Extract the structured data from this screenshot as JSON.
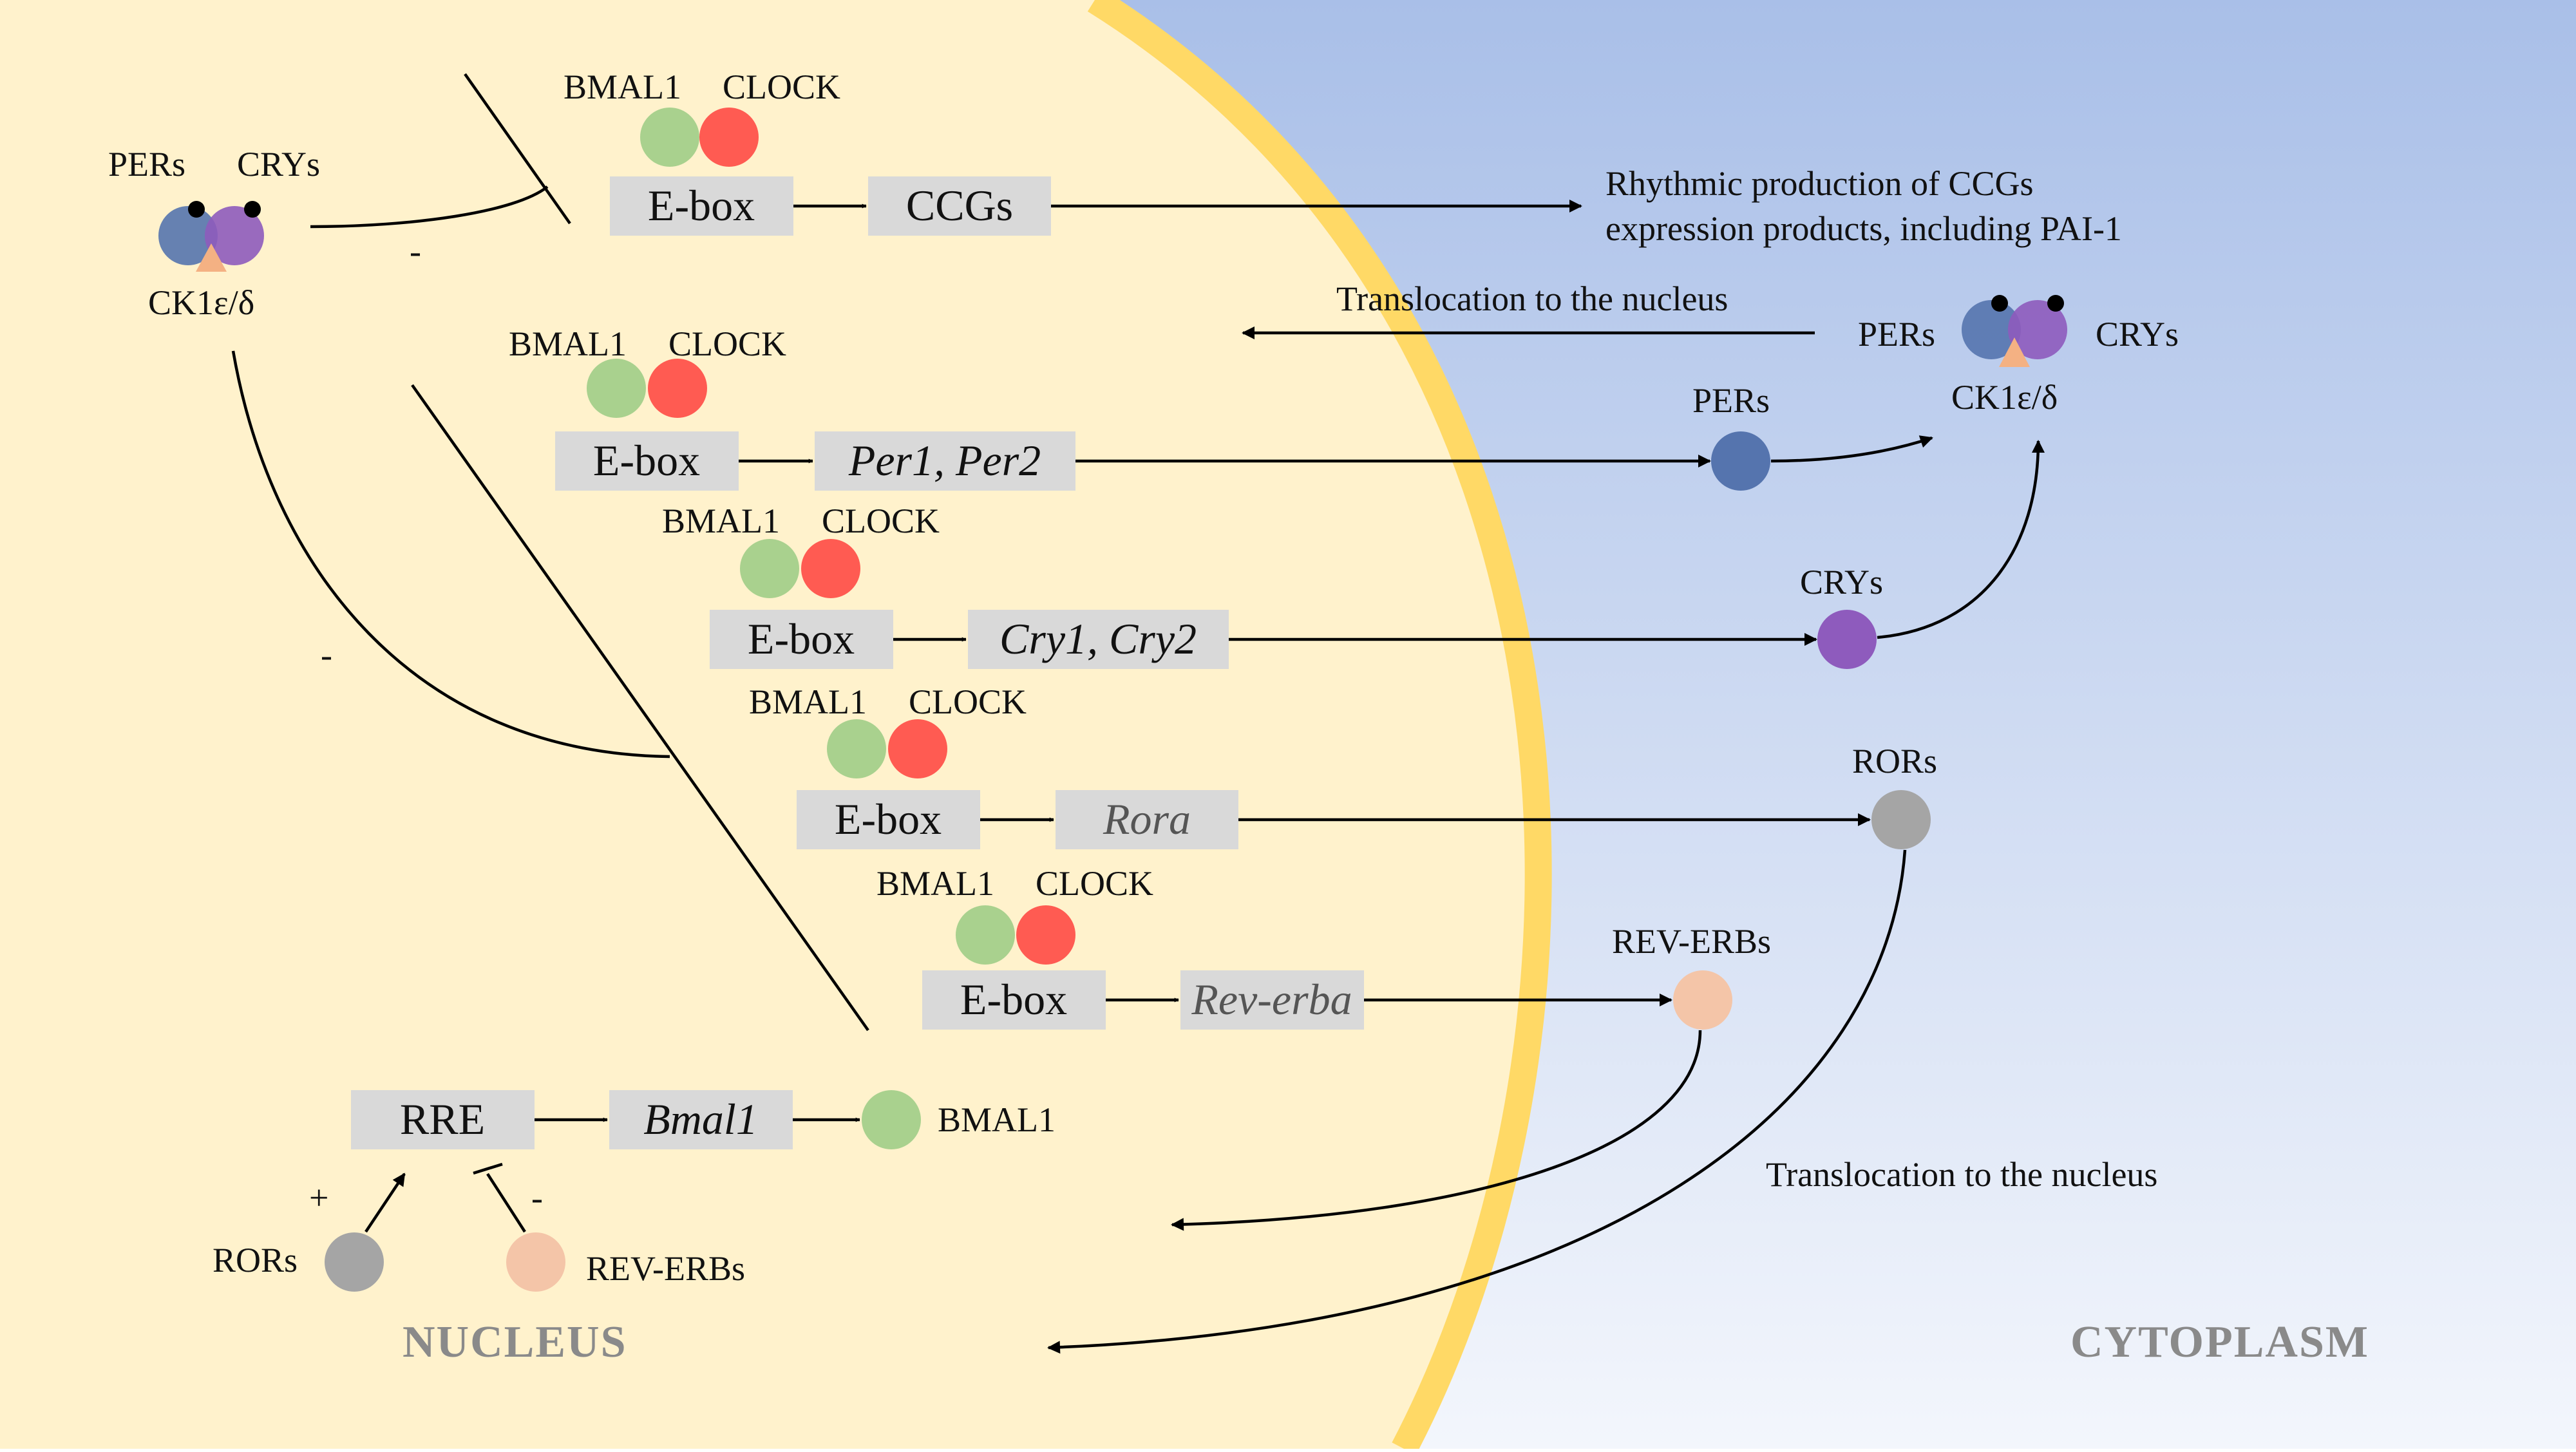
{
  "labels": {
    "bmal1": "BMAL1",
    "clock": "CLOCK",
    "pers": "PERs",
    "crys": "CRYs",
    "ck1": "CK1ε/δ",
    "rors": "RORs",
    "reverbs": "REV-ERBs",
    "minus": "-",
    "plus": "+"
  },
  "boxes": {
    "ebox": "E-box",
    "ccgs": "CCGs",
    "per": "Per1, Per2",
    "cry": "Cry1, Cry2",
    "rora": "Rora",
    "reverba": "Rev-erba",
    "rre": "RRE",
    "bmal1_gene": "Bmal1"
  },
  "annotations": {
    "rhythmic_line1": "Rhythmic production of CCGs",
    "rhythmic_line2": "expression products, including PAI-1",
    "translocation": "Translocation to the nucleus"
  },
  "regions": {
    "nucleus": "NUCLEUS",
    "cytoplasm": "CYTOPLASM"
  },
  "colors": {
    "nucleus_fill": "#fff2cc",
    "membrane": "#ffd966",
    "cytoplasm_top": "#a9bfe8",
    "cytoplasm_bottom": "#f3f6fc",
    "box_fill": "#d9d9d9",
    "bmal1": "#a9d18e",
    "clock": "#ff5b52",
    "per": "#5574ae",
    "cry": "#8e5bbd",
    "ck1": "#f4b183",
    "ror": "#a5a5a5",
    "reverb": "#f4c5a8",
    "region_text": "#8a8a8a"
  }
}
